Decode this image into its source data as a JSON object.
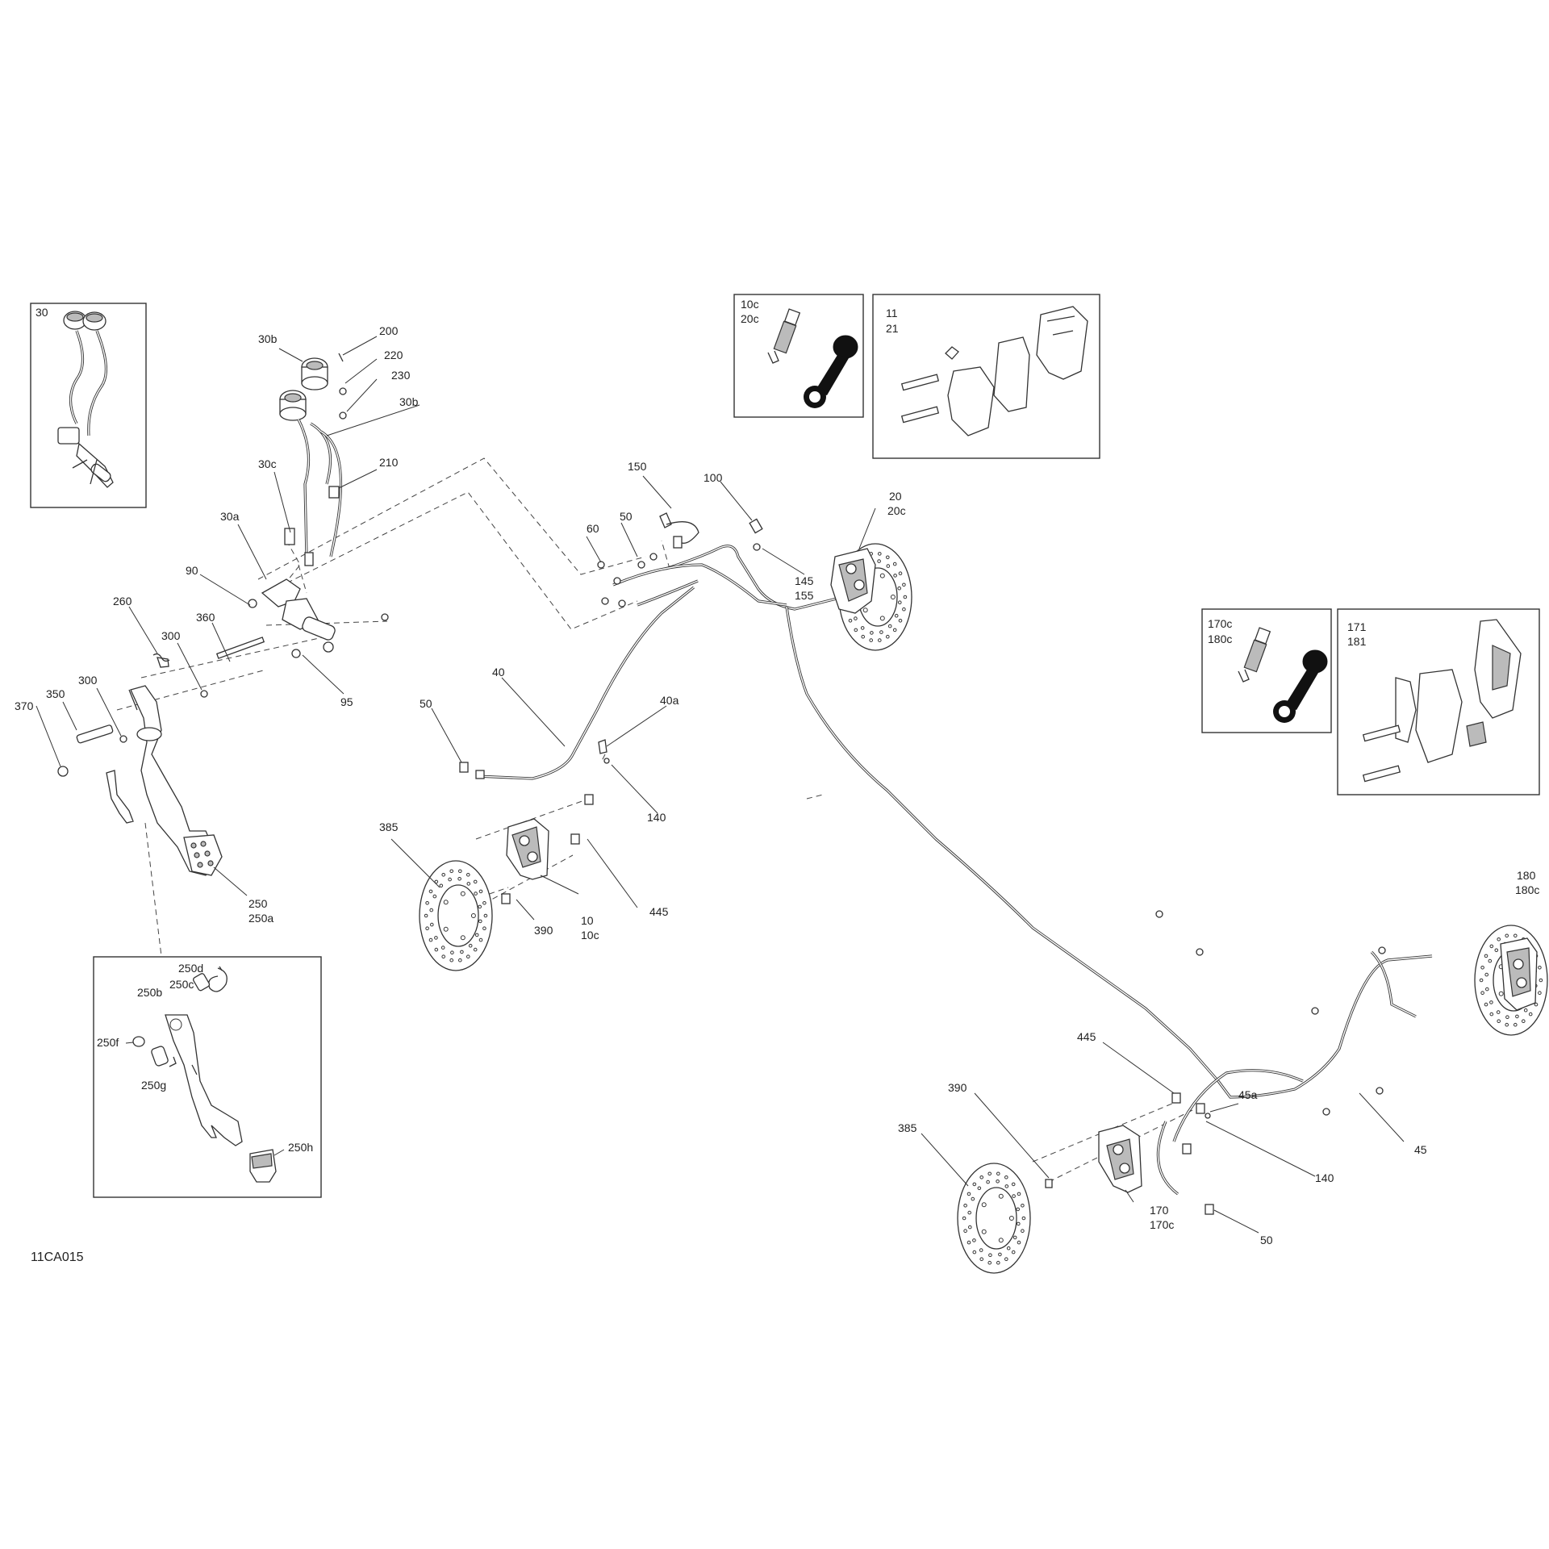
{
  "diagram_code": "11CA015",
  "callouts": {
    "inset_30": "30",
    "c30b_top": "30b",
    "c200": "200",
    "c220": "220",
    "c230": "230",
    "c30b_right": "30b",
    "c30c": "30c",
    "c210": "210",
    "c30a": "30a",
    "c90": "90",
    "c260": "260",
    "c300_a": "300",
    "c360": "360",
    "c95": "95",
    "c300_b": "300",
    "c350": "350",
    "c370": "370",
    "c250": "250",
    "c250a": "250a",
    "c150": "150",
    "c100": "100",
    "c60": "60",
    "c50_top": "50",
    "c145": "145",
    "c155": "155",
    "c20": "20",
    "c20c": "20c",
    "c40": "40",
    "c40a": "40a",
    "c50_mid": "50",
    "c140_left": "140",
    "c385_left": "385",
    "c390_left": "390",
    "c10": "10",
    "c10c": "10c",
    "c445_left": "445",
    "c180": "180",
    "c180c": "180c",
    "c445_right": "445",
    "c390_right": "390",
    "c385_right": "385",
    "c45a": "45a",
    "c140_right": "140",
    "c45": "45",
    "c170": "170",
    "c170c": "170c",
    "c50_bottom": "50"
  },
  "insets": {
    "bleeder_front": [
      "10c",
      "20c"
    ],
    "pads_front": [
      "11",
      "21"
    ],
    "bleeder_rear": [
      "170c",
      "180c"
    ],
    "pads_rear": [
      "171",
      "181"
    ],
    "pedal": {
      "c250d": "250d",
      "c250c": "250c",
      "c250b": "250b",
      "c250f": "250f",
      "c250g": "250g",
      "c250h": "250h"
    }
  },
  "icons": [
    "master-cylinder-icon",
    "brake-disc-icon",
    "brake-caliper-icon",
    "brake-pedal-icon",
    "bleeder-screw-icon",
    "bleeder-cap-icon",
    "brake-pad-icon",
    "brake-line-icon"
  ]
}
